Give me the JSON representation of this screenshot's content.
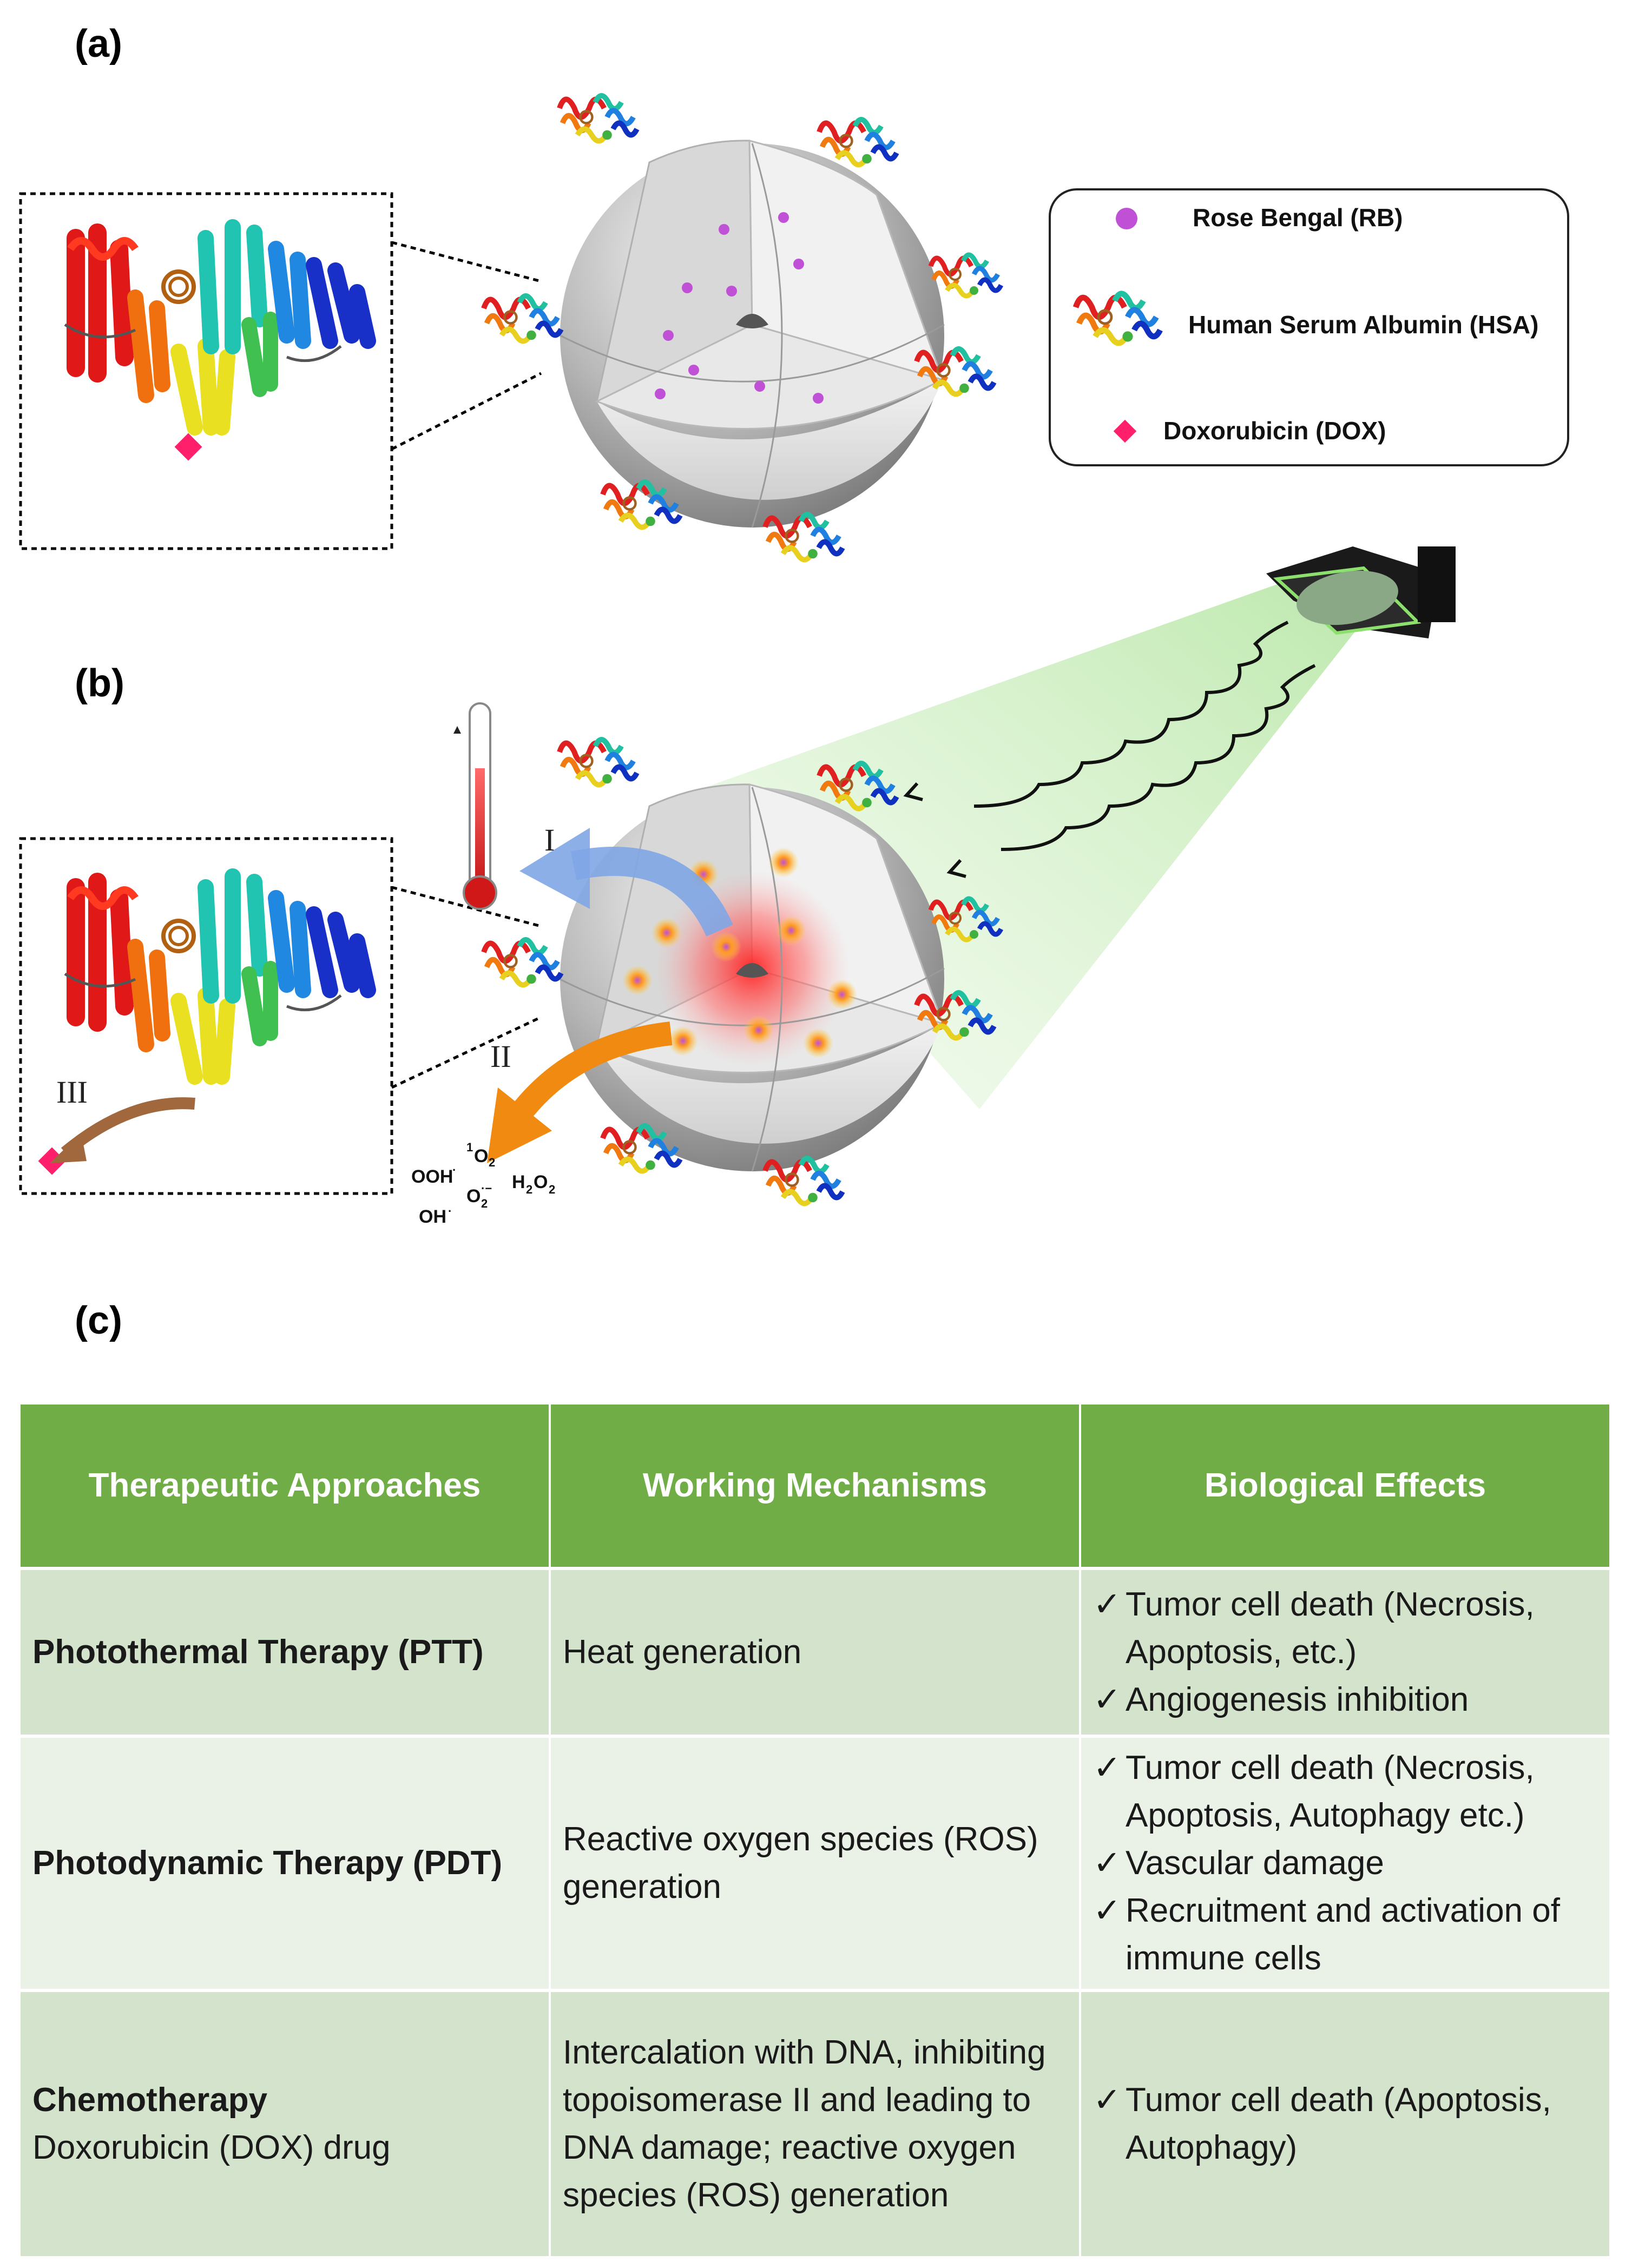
{
  "panels": {
    "a": {
      "label": "(a)"
    },
    "b": {
      "label": "(b)"
    },
    "c": {
      "label": "(c)"
    }
  },
  "legend": {
    "items": [
      {
        "label": "Rose Bengal (RB)",
        "icon": "rose-bengal-dot",
        "color": "#c050d6"
      },
      {
        "label": "Human Serum Albumin (HSA)",
        "icon": "protein-ribbon"
      },
      {
        "label": "Doxorubicin (DOX)",
        "icon": "diamond",
        "color": "#ff1f6b"
      }
    ]
  },
  "mechanisms": {
    "pathway_1": "I",
    "pathway_2": "II",
    "pathway_3": "III"
  },
  "ros_species": {
    "singlet_oxygen": {
      "base": "O",
      "sub": "2",
      "sup": "1"
    },
    "hydroperoxyl": {
      "base": "OOH",
      "sup": "·"
    },
    "superoxide": {
      "base": "O",
      "sub": "2",
      "sup": "·−"
    },
    "hydrogen_peroxide": {
      "base": "H",
      "sub1": "2",
      "mid": "O",
      "sub2": "2"
    },
    "hydroxyl": {
      "base": "OH",
      "sup": "·"
    }
  },
  "table": {
    "headers": [
      "Therapeutic Approaches",
      "Working Mechanisms",
      "Biological Effects"
    ],
    "check_mark": "✓",
    "rows": [
      {
        "approach": "Photothermal Therapy (PTT)",
        "approach_sub": "",
        "mechanism": "Heat generation",
        "effects": [
          "Tumor cell death (Necrosis, Apoptosis, etc.)",
          "Angiogenesis inhibition"
        ]
      },
      {
        "approach": "Photodynamic Therapy (PDT)",
        "approach_sub": "",
        "mechanism": "Reactive oxygen species (ROS) generation",
        "effects": [
          "Tumor cell death (Necrosis, Apoptosis, Autophagy etc.)",
          "Vascular damage",
          "Recruitment and activation of immune cells"
        ]
      },
      {
        "approach": "Chemotherapy",
        "approach_sub": "Doxorubicin (DOX) drug",
        "mechanism": "Intercalation with DNA, inhibiting topoisomerase II and leading to DNA damage; reactive oxygen species (ROS) generation",
        "effects": [
          "Tumor cell death (Apoptosis, Autophagy)"
        ]
      }
    ]
  },
  "colors": {
    "header_green": "#70ad47",
    "row_dark": "#d4e4cc",
    "row_light": "#eaf1e6",
    "light_beam": "#c6ecb8",
    "heat_arrow": "#7fa6e6",
    "ros_arrow": "#f08a10",
    "drug_arrow": "#a0683c"
  }
}
